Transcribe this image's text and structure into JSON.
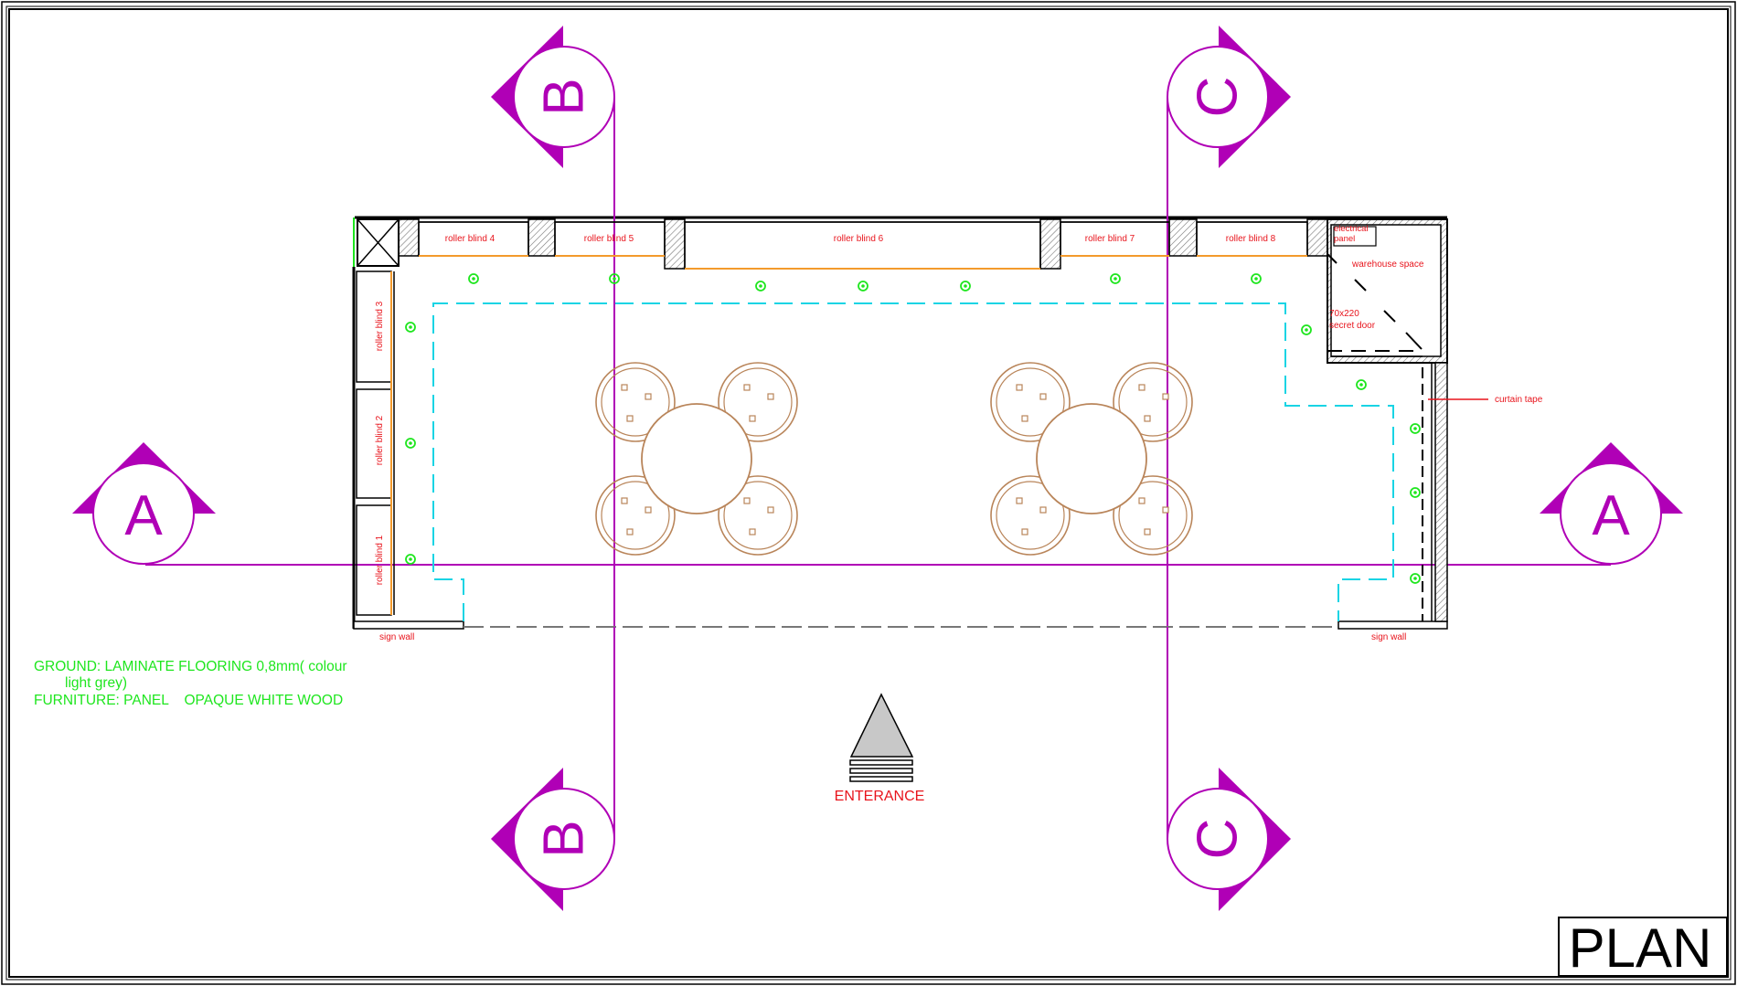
{
  "colors": {
    "frame": "#000000",
    "section_marker": "#b000b6",
    "label": "#e8141c",
    "note": "#1ee61e",
    "lighting": "#1ee61e",
    "dashed_zone": "#19d4e4",
    "blind_track": "#f39a2c",
    "furniture": "#b9855a",
    "entrance_fill": "#c8c8c8"
  },
  "plan": {
    "title": "PLAN",
    "roller_blinds": {
      "blind_1": "roller blind 1",
      "blind_2": "roller blind 2",
      "blind_3": "roller blind 3",
      "blind_4": "roller blind 4",
      "blind_5": "roller blind 5",
      "blind_6": "roller blind 6",
      "blind_7": "roller blind 7",
      "blind_8": "roller blind 8"
    },
    "electrical_panel": "electrical panel",
    "warehouse": "warehouse space",
    "secret_door_size": "70x220",
    "secret_door": "secret door",
    "curtain_tape": "curtain tape",
    "sign_wall_left": "sign wall",
    "sign_wall_right": "sign wall",
    "entrance": "ENTERANCE",
    "notes": {
      "ground_line1": "GROUND: LAMINATE FLOORING 0,8mm( colour",
      "ground_line2": "light grey)",
      "furniture": "FURNITURE: PANEL    OPAQUE WHITE WOOD"
    },
    "sections": {
      "a_left": "A",
      "a_right": "A",
      "b_top": "B",
      "b_bottom": "B",
      "c_top": "C",
      "c_bottom": "C"
    }
  }
}
